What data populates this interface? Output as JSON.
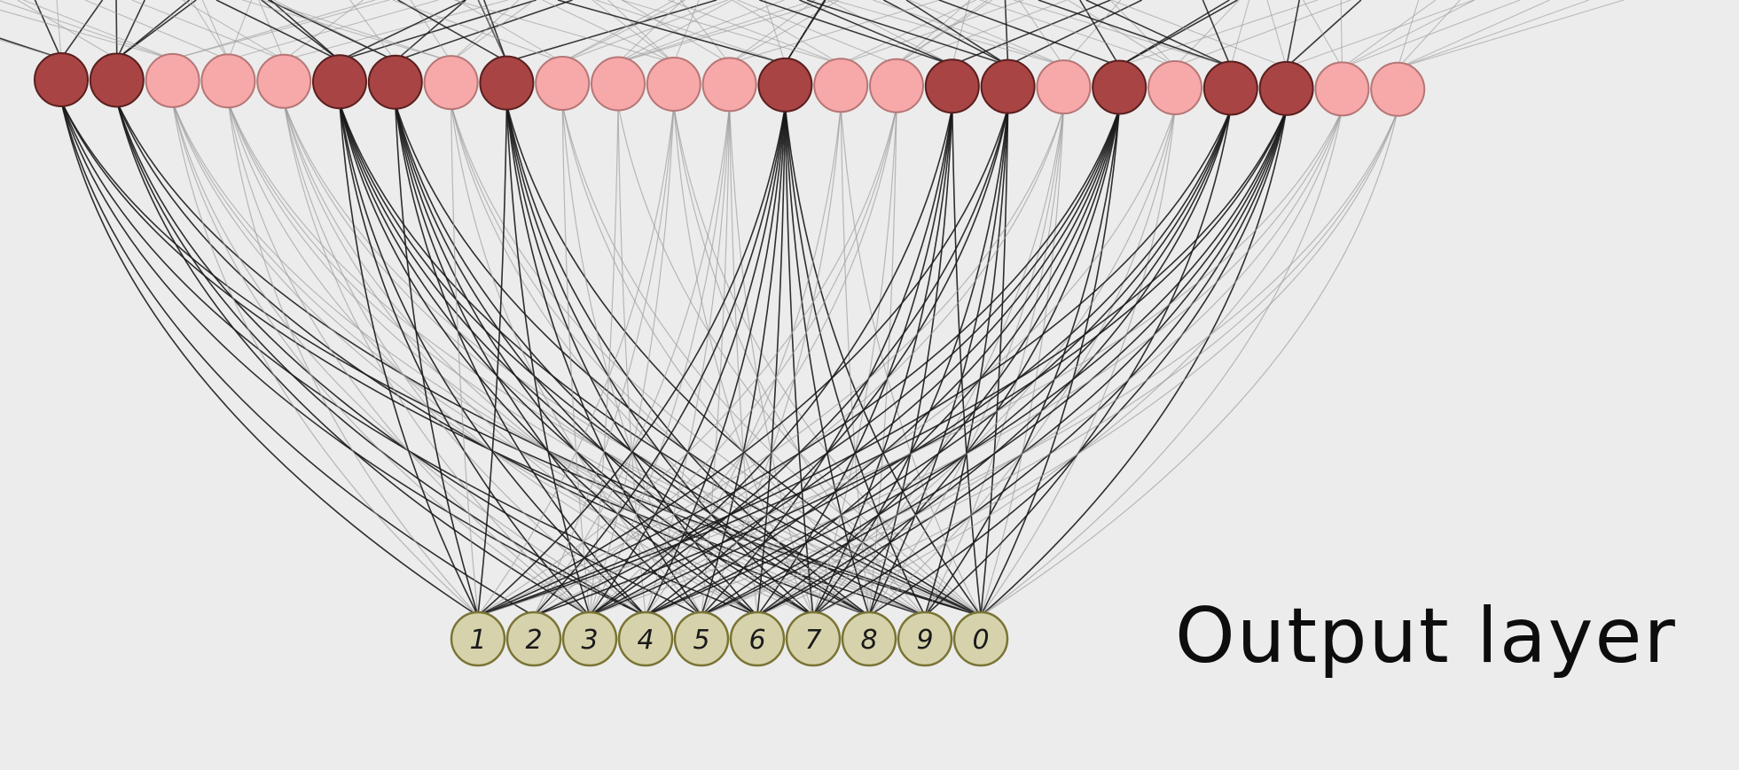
{
  "diagram": {
    "title": "Output layer",
    "hidden_layer": {
      "active_color": "#a84444",
      "inactive_color": "#f7a8a8",
      "neurons": [
        {
          "active": true
        },
        {
          "active": true
        },
        {
          "active": false
        },
        {
          "active": false
        },
        {
          "active": false
        },
        {
          "active": true
        },
        {
          "active": true
        },
        {
          "active": false
        },
        {
          "active": true
        },
        {
          "active": false
        },
        {
          "active": false
        },
        {
          "active": false
        },
        {
          "active": false
        },
        {
          "active": true
        },
        {
          "active": false
        },
        {
          "active": false
        },
        {
          "active": true
        },
        {
          "active": true
        },
        {
          "active": false
        },
        {
          "active": true
        },
        {
          "active": false
        },
        {
          "active": true
        },
        {
          "active": true
        },
        {
          "active": false
        },
        {
          "active": false
        }
      ]
    },
    "output_layer": {
      "fill_color": "#d6d3ac",
      "stroke_color": "#7a7434",
      "neurons": [
        {
          "label": "1"
        },
        {
          "label": "2"
        },
        {
          "label": "3"
        },
        {
          "label": "4"
        },
        {
          "label": "5"
        },
        {
          "label": "6"
        },
        {
          "label": "7"
        },
        {
          "label": "8"
        },
        {
          "label": "9"
        },
        {
          "label": "0"
        }
      ]
    },
    "connection_colors": {
      "strong": "#1a1a1a",
      "weak": "#9a9a9a"
    }
  }
}
